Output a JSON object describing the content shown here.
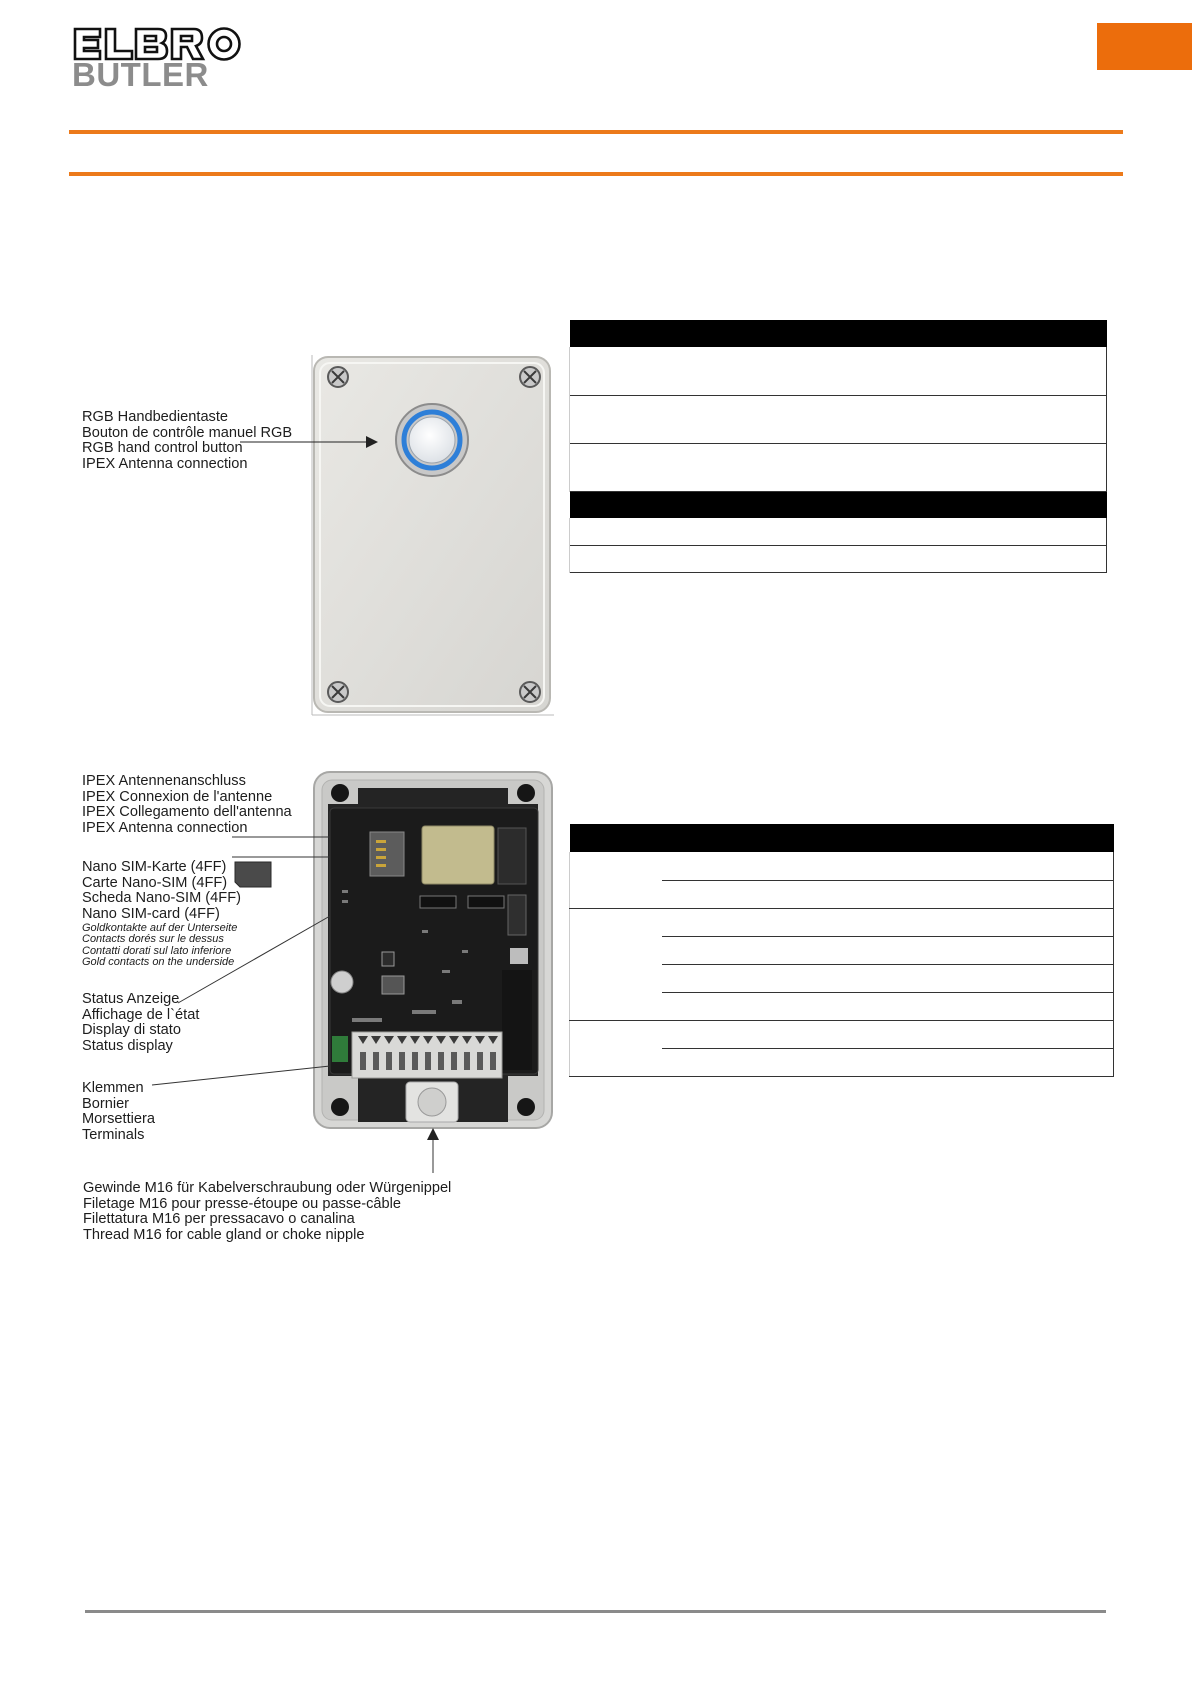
{
  "header": {
    "brand_top": "ELBRO",
    "brand_bottom": "BUTLER",
    "accent_color": "#ec6d0c"
  },
  "front_view": {
    "callout_button": [
      "RGB Handbedientaste",
      "Bouton de contrôle manuel RGB",
      "RGB hand control button",
      "IPEX Antenna connection"
    ]
  },
  "inside_view": {
    "callout_antenna": [
      "IPEX Antennenanschluss",
      "IPEX Connexion de l'antenne",
      "IPEX Collegamento dell'antenna",
      "IPEX Antenna connection"
    ],
    "callout_sim": [
      "Nano SIM-Karte (4FF)",
      "Carte Nano-SIM (4FF)",
      "Scheda Nano-SIM (4FF)",
      "Nano SIM-card (4FF)"
    ],
    "callout_sim_note": [
      "Goldkontakte auf der Unterseite",
      "Contacts dorés sur le dessus",
      "Contatti dorati sul lato inferiore",
      "Gold contacts on the underside"
    ],
    "callout_status": [
      "Status Anzeige",
      "Affichage de l`état",
      "Display di stato",
      "Status display"
    ],
    "callout_terminals": [
      "Klemmen",
      "Bornier",
      "Morsettiera",
      "Terminals"
    ],
    "callout_thread": [
      "Gewinde M16 für Kabelverschraubung oder Würgenippel",
      "Filetage M16 pour presse-étoupe ou passe-câble",
      "Filettatura M16 per pressacavo o canalina",
      "Thread M16 for cable gland or choke nipple"
    ]
  }
}
